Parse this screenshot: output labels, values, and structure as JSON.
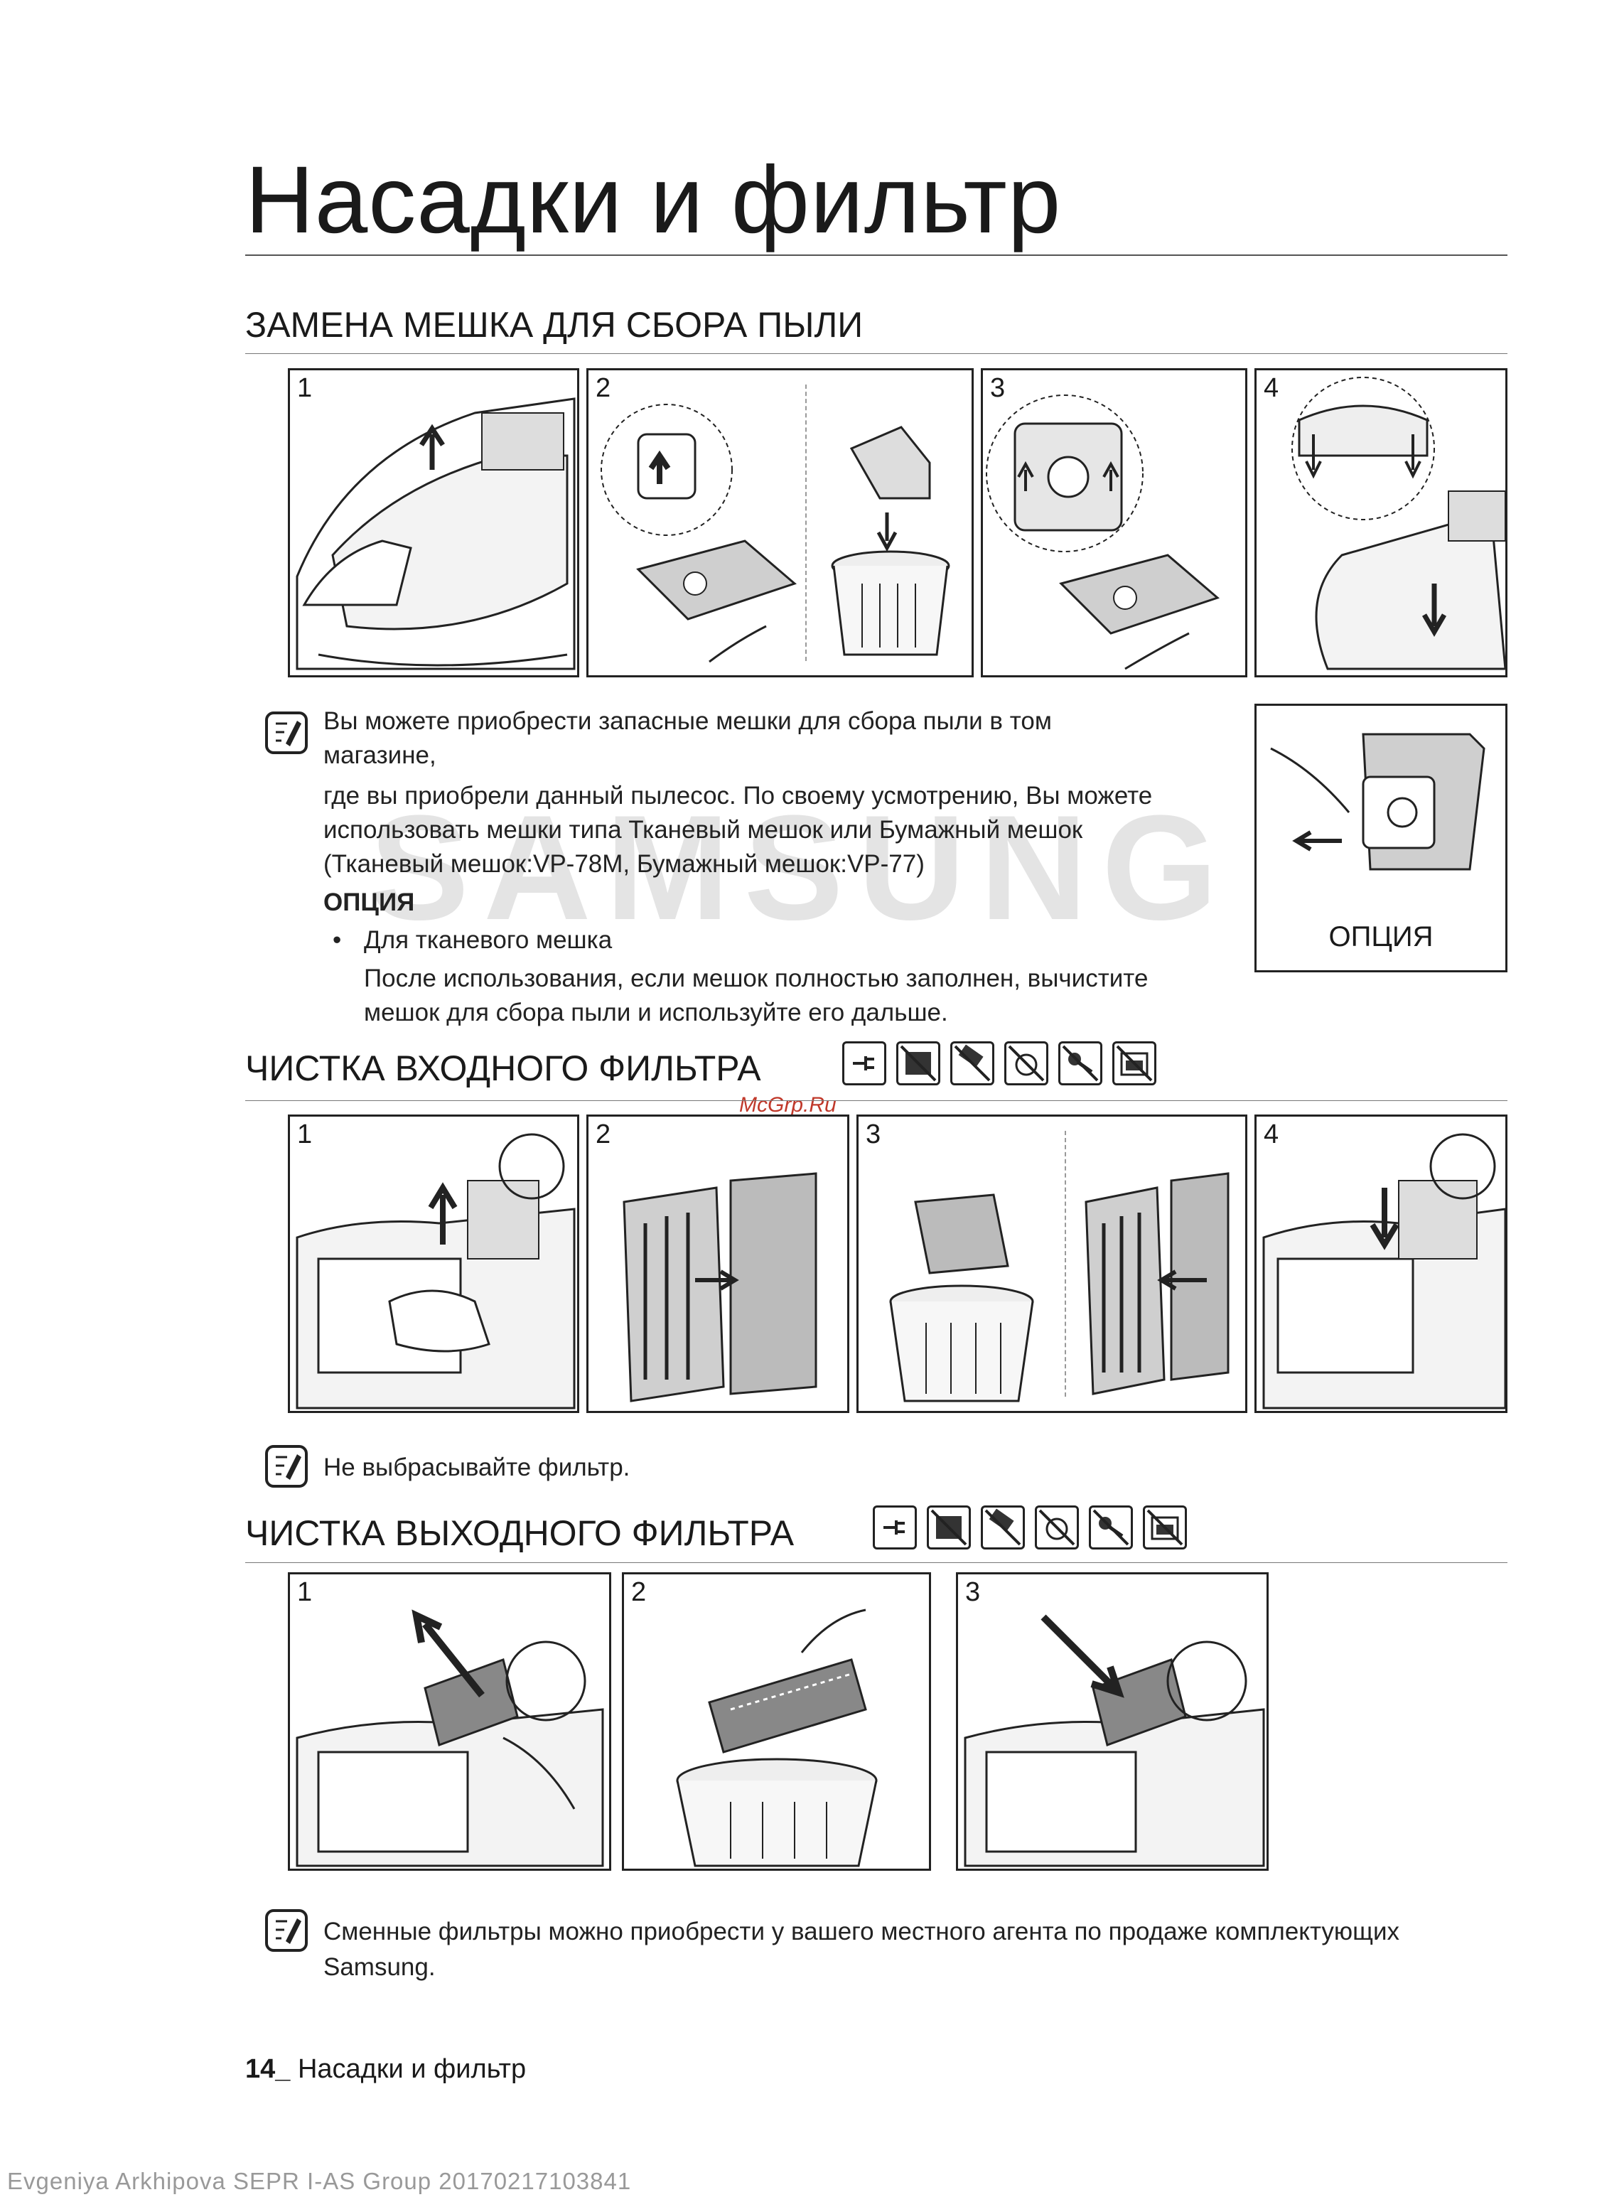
{
  "page": {
    "title": "Насадки и фильтр",
    "watermark": "SAMSUNG",
    "source_stamp": "McGrp.Ru",
    "footer": {
      "page_number": "14_",
      "text": " Насадки и фильтр"
    },
    "bottom_stamp": "Evgeniya Arkhipova SEPR I-AS Group 20170217103841"
  },
  "section1": {
    "title": "ЗАМЕНА МЕШКА ДЛЯ СБОРА ПЫЛИ",
    "steps": [
      "1",
      "2",
      "3",
      "4"
    ],
    "note_line1": "Вы можете приобрести запасные мешки для сбора пыли в том",
    "note_line2": "магазине,",
    "note_line3": "где вы приобрели данный пылесос. По своему усмотрению, Вы можете",
    "note_line4": "использовать мешки типа Тканевый мешок или Бумажный мешок",
    "note_line5": "(Тканевый мешок:VP-78M, Бумажный мешок:VP-77)",
    "option_heading": "ОПЦИЯ",
    "bullet": "•",
    "bullet_text": "Для тканевого мешка",
    "bullet_line2": "После использования, если мешок полностью заполнен, вычистите",
    "bullet_line3": "мешок для сбора пыли и используйте его дальше.",
    "option_box_label": "ОПЦИЯ"
  },
  "section2": {
    "title": "ЧИСТКА ВХОДНОГО ФИЛЬТРА",
    "steps": [
      "1",
      "2",
      "3",
      "4"
    ],
    "note": "Не выбрасывайте фильтр.",
    "symbols": [
      "unplug-icon",
      "no-dryer-icon",
      "no-brush-icon",
      "no-washer-icon",
      "no-hairdryer-icon",
      "no-oven-icon"
    ]
  },
  "section3": {
    "title": "ЧИСТКА ВЫХОДНОГО ФИЛЬТРА",
    "steps": [
      "1",
      "2",
      "3"
    ],
    "note_line1": "Сменные фильтры можно приобрести у вашего местного агента по продаже комплектующих",
    "note_line2": "Samsung.",
    "symbols": [
      "unplug-icon",
      "no-dryer-icon",
      "no-brush-icon",
      "no-washer-icon",
      "no-hairdryer-icon",
      "no-oven-icon"
    ]
  }
}
